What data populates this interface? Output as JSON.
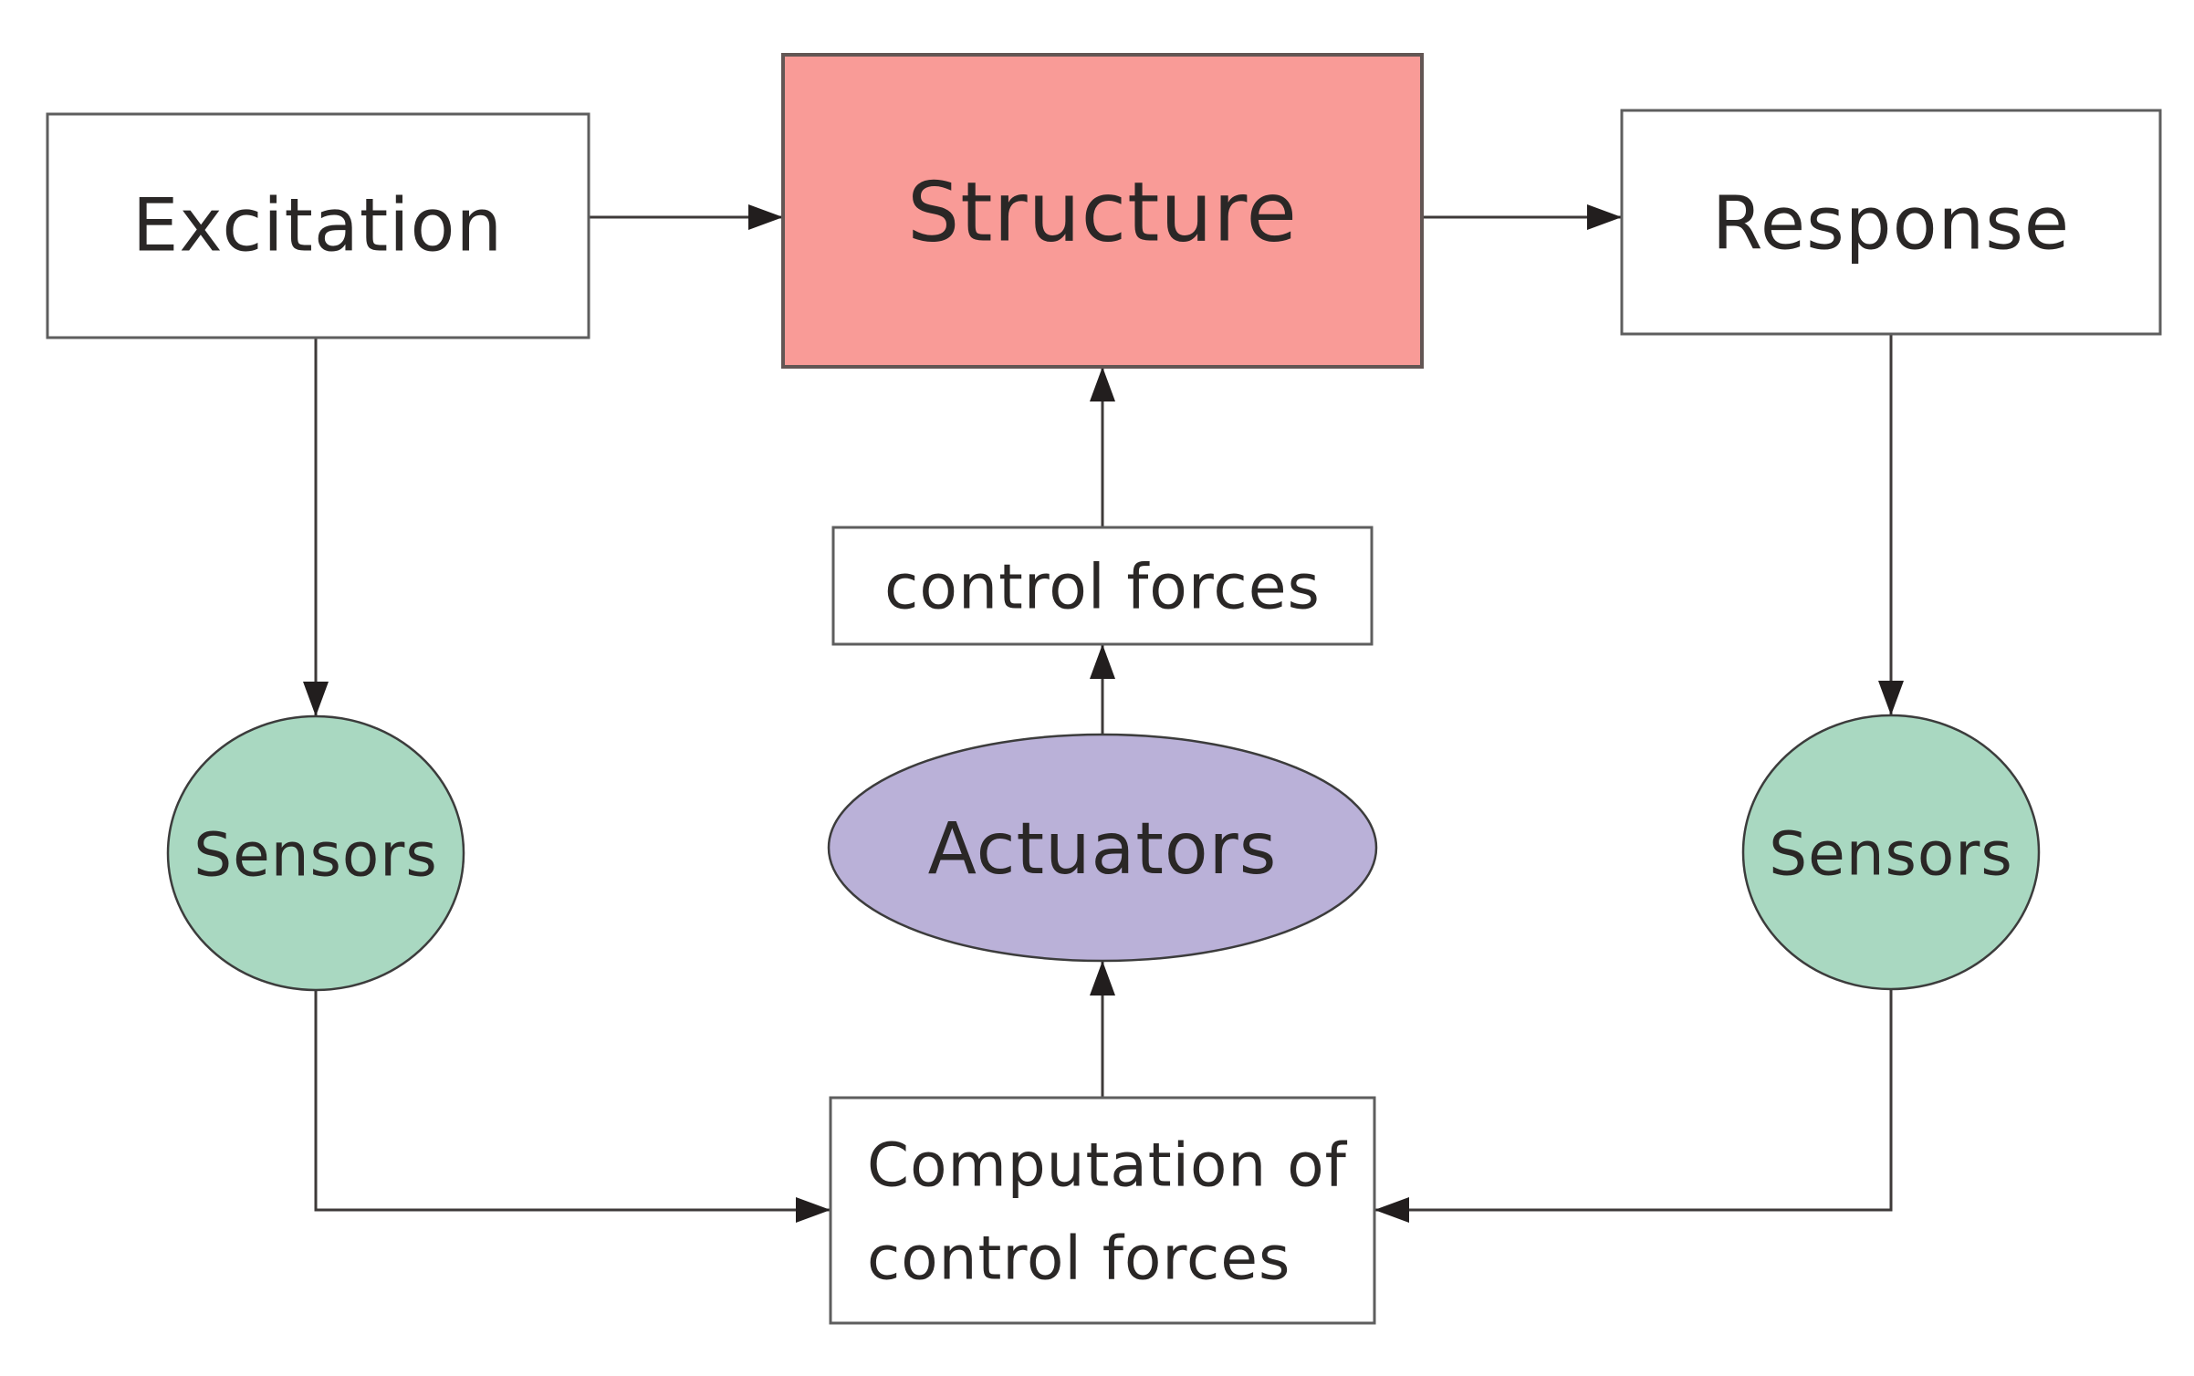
{
  "diagram": {
    "type": "flowchart",
    "subject": "active structural control loop",
    "nodes": {
      "excitation": {
        "label": "Excitation",
        "shape": "rectangle",
        "fill": "#ffffff"
      },
      "structure": {
        "label": "Structure",
        "shape": "rectangle",
        "fill": "#f99b97"
      },
      "response": {
        "label": "Response",
        "shape": "rectangle",
        "fill": "#ffffff"
      },
      "control_forces": {
        "label": "control forces",
        "shape": "rectangle",
        "fill": "#ffffff"
      },
      "actuators": {
        "label": "Actuators",
        "shape": "ellipse",
        "fill": "#bab1d8"
      },
      "sensors_left": {
        "label": "Sensors",
        "shape": "circle",
        "fill": "#a9d8c1"
      },
      "sensors_right": {
        "label": "Sensors",
        "shape": "circle",
        "fill": "#a9d8c1"
      },
      "computation": {
        "label_line1": "Computation of",
        "label_line2": "control forces",
        "shape": "rectangle",
        "fill": "#ffffff"
      }
    },
    "edges": [
      {
        "from": "excitation",
        "to": "structure"
      },
      {
        "from": "structure",
        "to": "response"
      },
      {
        "from": "excitation",
        "to": "sensors_left"
      },
      {
        "from": "response",
        "to": "sensors_right"
      },
      {
        "from": "sensors_left",
        "to": "computation"
      },
      {
        "from": "sensors_right",
        "to": "computation"
      },
      {
        "from": "computation",
        "to": "actuators"
      },
      {
        "from": "actuators",
        "to": "control_forces"
      },
      {
        "from": "control_forces",
        "to": "structure"
      }
    ],
    "colors": {
      "background": "#ffffff",
      "structure_fill": "#f99b97",
      "actuators_fill": "#bab1d8",
      "sensors_fill": "#a9d8c1",
      "white_fill": "#ffffff",
      "box_border": "#5e5e5e",
      "arrow_line": "#3e3a39",
      "arrowhead": "#221e1e",
      "text": "#2a2726"
    }
  }
}
